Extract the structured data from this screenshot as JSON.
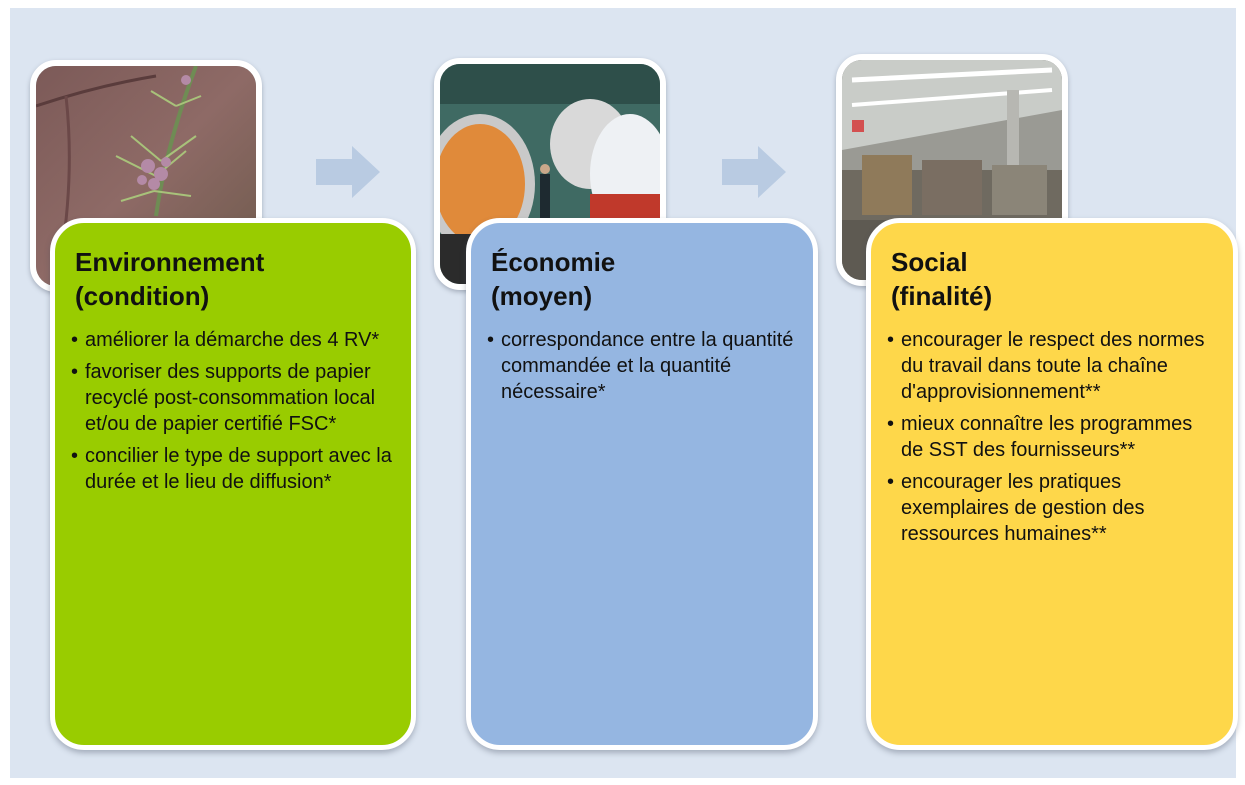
{
  "columns": [
    {
      "key": "environnement",
      "title_line1": "Environnement",
      "title_line2": "(condition)",
      "color": "#99cc00",
      "photo": "flower-plant-photo",
      "bullets": [
        "améliorer la démarche des 4 RV*",
        "favoriser des supports de papier recyclé post-consommation local et/ou de papier certifié FSC*",
        "concilier le type de support avec la durée et le lieu de diffusion*"
      ]
    },
    {
      "key": "economie",
      "title_line1": "Économie",
      "title_line2": "(moyen)",
      "color": "#95b6e1",
      "photo": "paper-mill-photo",
      "bullets": [
        "correspondance entre la quantité commandée et la quantité nécessaire*"
      ]
    },
    {
      "key": "social",
      "title_line1": "Social",
      "title_line2": "(finalité)",
      "color": "#fed74a",
      "photo": "factory-workshop-photo",
      "bullets": [
        "encourager le respect des normes du travail dans toute la chaîne d'approvisionnement**",
        "mieux connaître les programmes de SST des fournisseurs**",
        "encourager les pratiques exemplaires de gestion des ressources humaines**"
      ]
    }
  ],
  "colors": {
    "background": "#dce5f1",
    "arrow": "#b9cbe2"
  }
}
